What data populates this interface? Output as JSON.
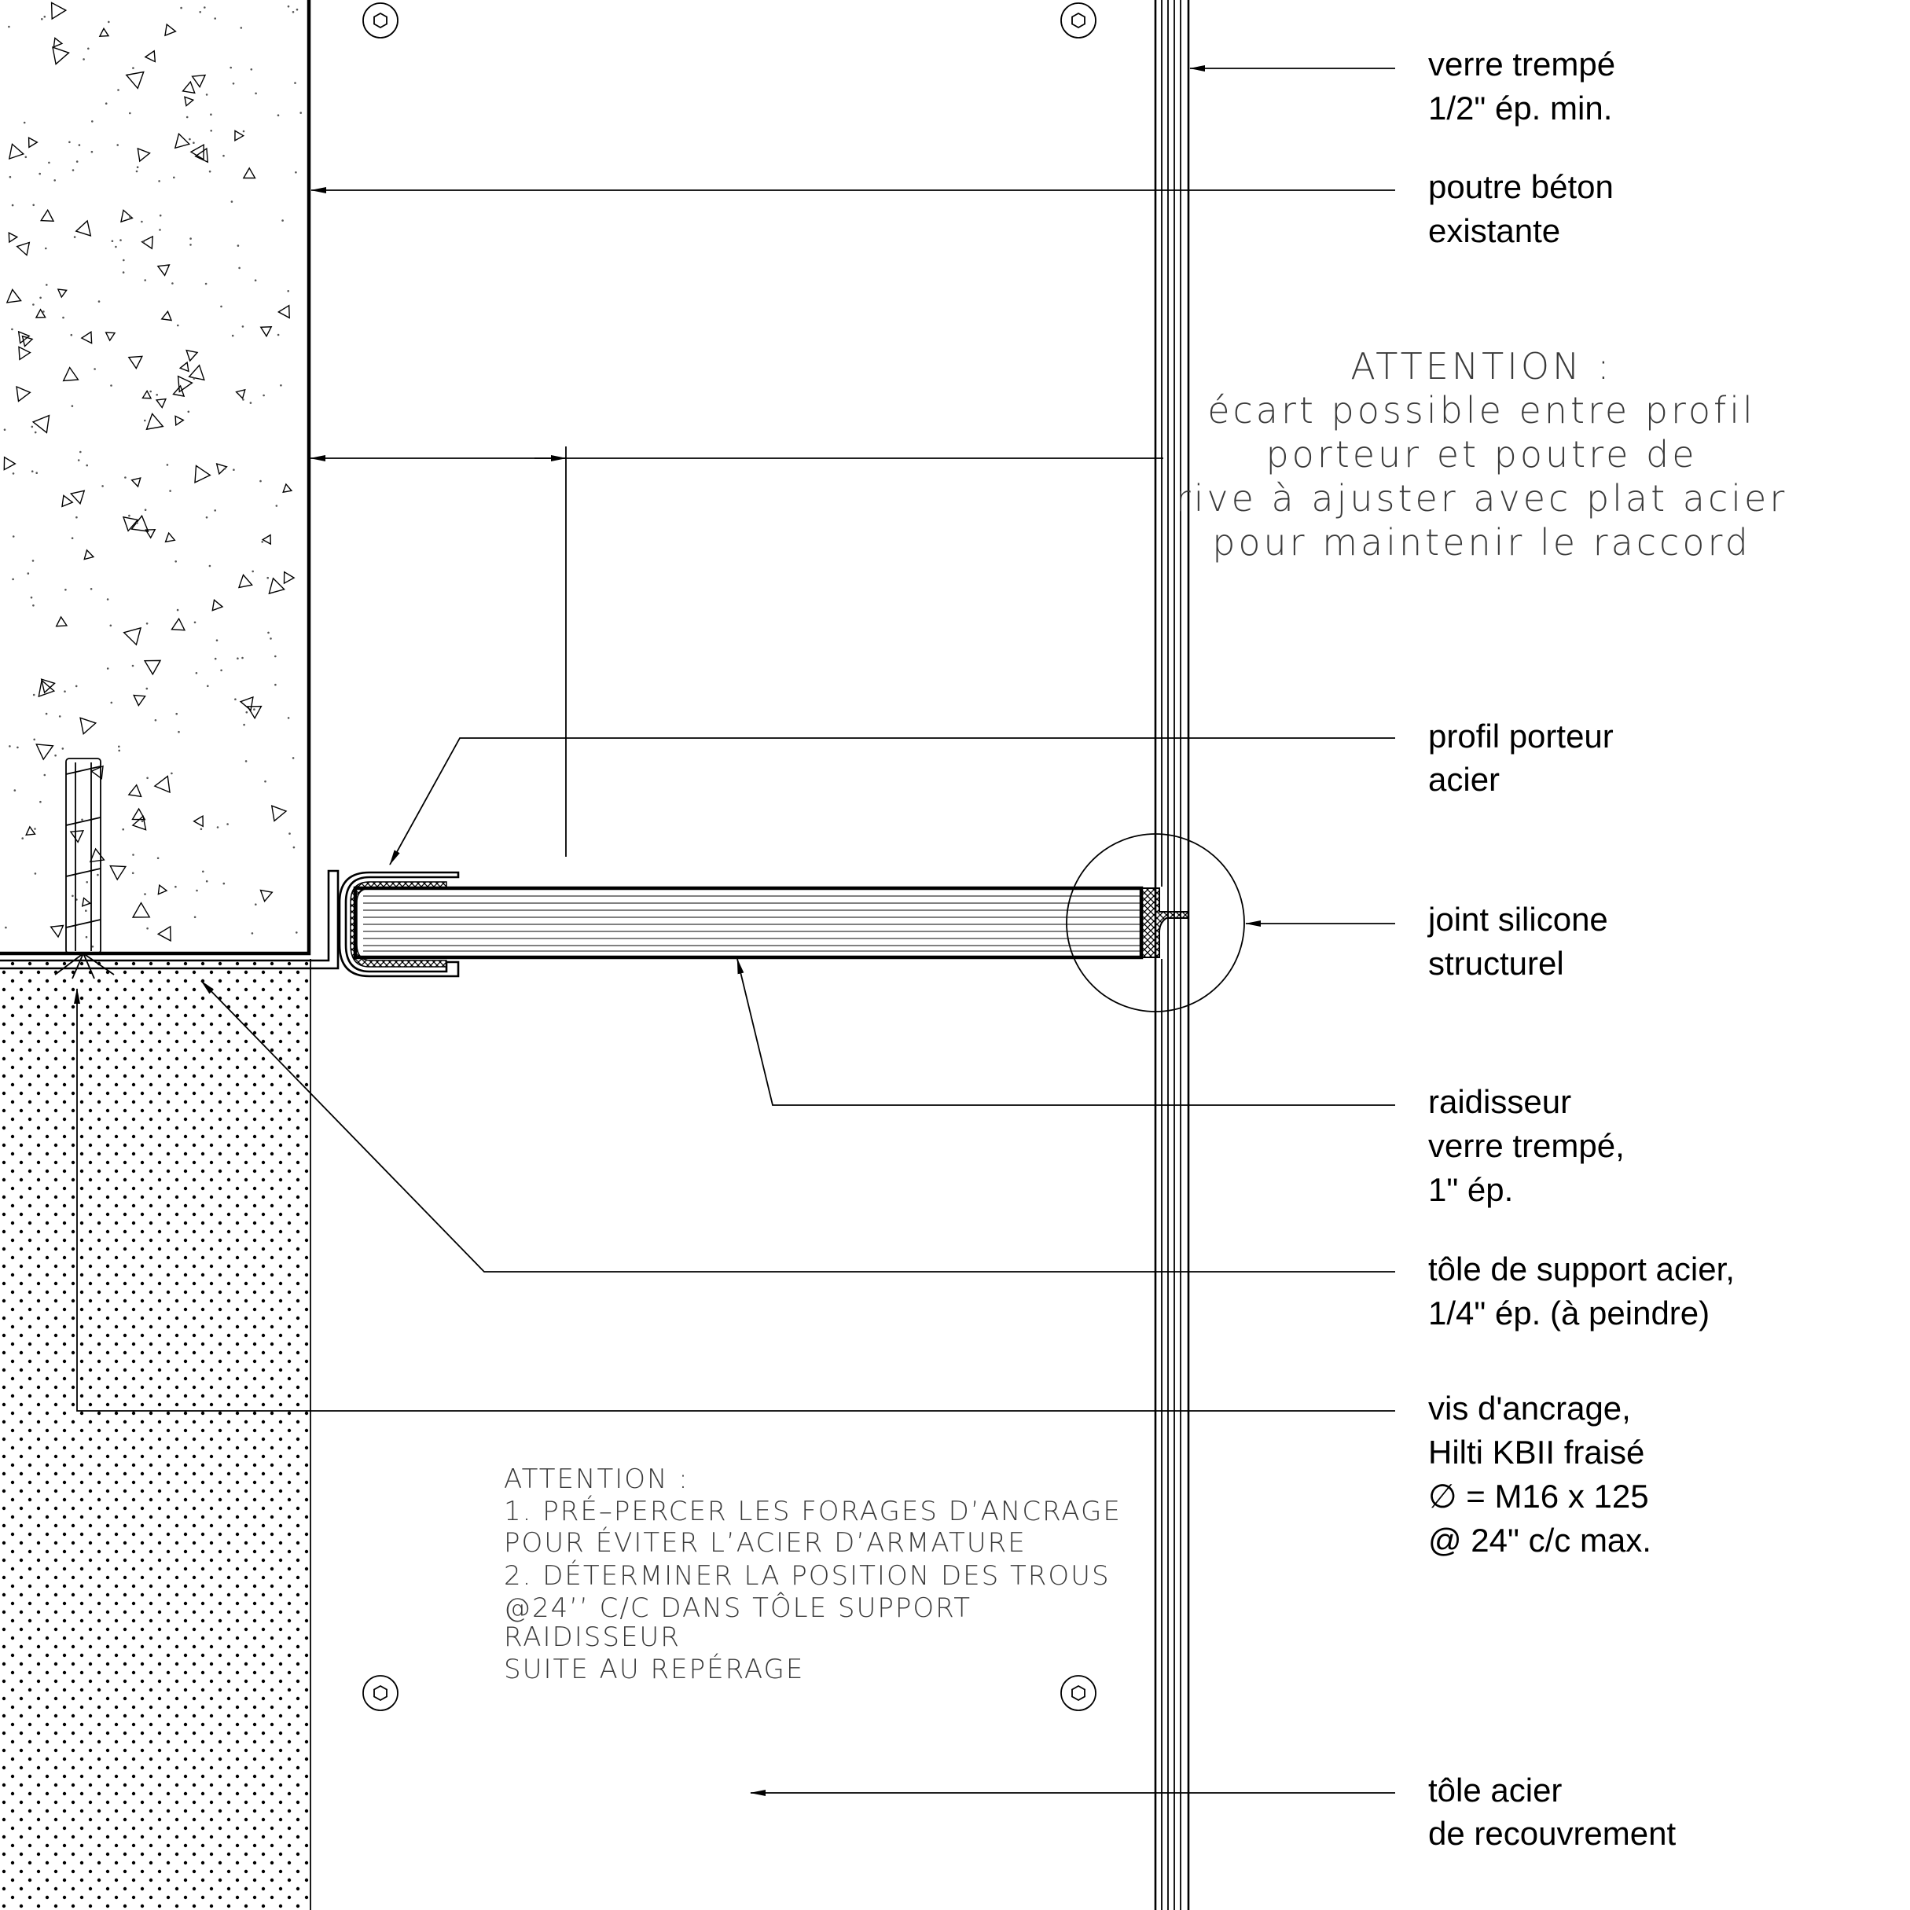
{
  "labels": {
    "verre_trempe": [
      "verre trempé",
      "1/2\" ép. min."
    ],
    "poutre_beton": [
      "poutre béton",
      "existante"
    ],
    "profil_porteur": [
      "profil porteur",
      "acier"
    ],
    "joint_silicone": [
      "joint silicone",
      "structurel"
    ],
    "raidisseur": [
      "raidisseur",
      "verre trempé,",
      "1\" ép."
    ],
    "tole_support": [
      "tôle de support acier,",
      "1/4\" ép. (à peindre)"
    ],
    "vis_ancrage": [
      "vis d'ancrage,",
      "Hilti KBII fraisé",
      "∅ = M16 x 125",
      "@ 24\" c/c max."
    ],
    "tole_recouvrement": [
      "tôle acier",
      "de recouvrement"
    ]
  },
  "note_top": [
    "ATTENTION :",
    "écart possible entre profil",
    "porteur et poutre de",
    "rive à ajuster avec plat acier",
    "pour maintenir le raccord"
  ],
  "note_bottom": [
    "ATTENTION :",
    "1. PRÉ–PERCER LES FORAGES D’ANCRAGE",
    "POUR ÉVITER L’ACIER D’ARMATURE",
    "2. DÉTERMINER LA POSITION DES TROUS",
    "@24’’ C/C DANS TÔLE SUPPORT",
    "RAIDISSEUR",
    "SUITE AU REPÉRAGE"
  ],
  "icons": [
    "screw-head-icon"
  ]
}
